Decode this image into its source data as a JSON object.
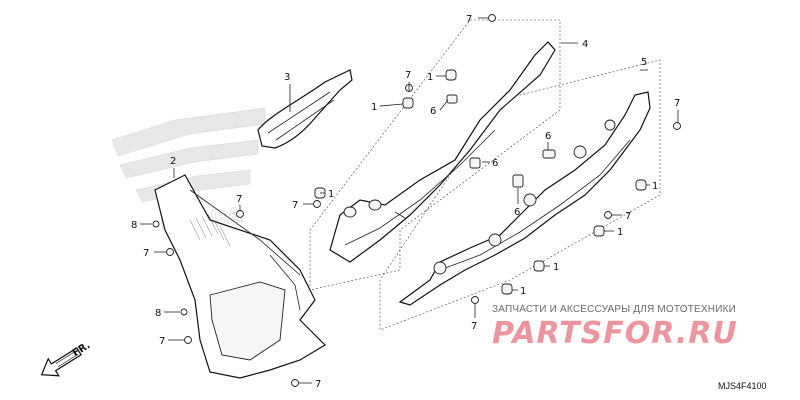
{
  "diagram": {
    "code": "MJS4F4100",
    "watermark_text": "ЗАПЧАСТИ И АКСЕССУАРЫ ДЛЯ МОТОТЕХНИКИ",
    "watermark_logo": "PARTSFOR.RU",
    "direction_label": "FR.",
    "callouts": {
      "c1": "7",
      "c2": "4",
      "c3": "3",
      "c4": "7",
      "c5": "1",
      "c6": "1",
      "c7": "6",
      "c8": "5",
      "c9": "7",
      "c10": "2",
      "c11": "6",
      "c12": "1",
      "c13": "7",
      "c14": "7",
      "c15": "8",
      "c16": "6",
      "c17": "6",
      "c18": "1",
      "c19": "7",
      "c20": "7",
      "c21": "1",
      "c22": "1",
      "c23": "1",
      "c24": "8",
      "c25": "7",
      "c26": "7",
      "c27": "7"
    }
  }
}
